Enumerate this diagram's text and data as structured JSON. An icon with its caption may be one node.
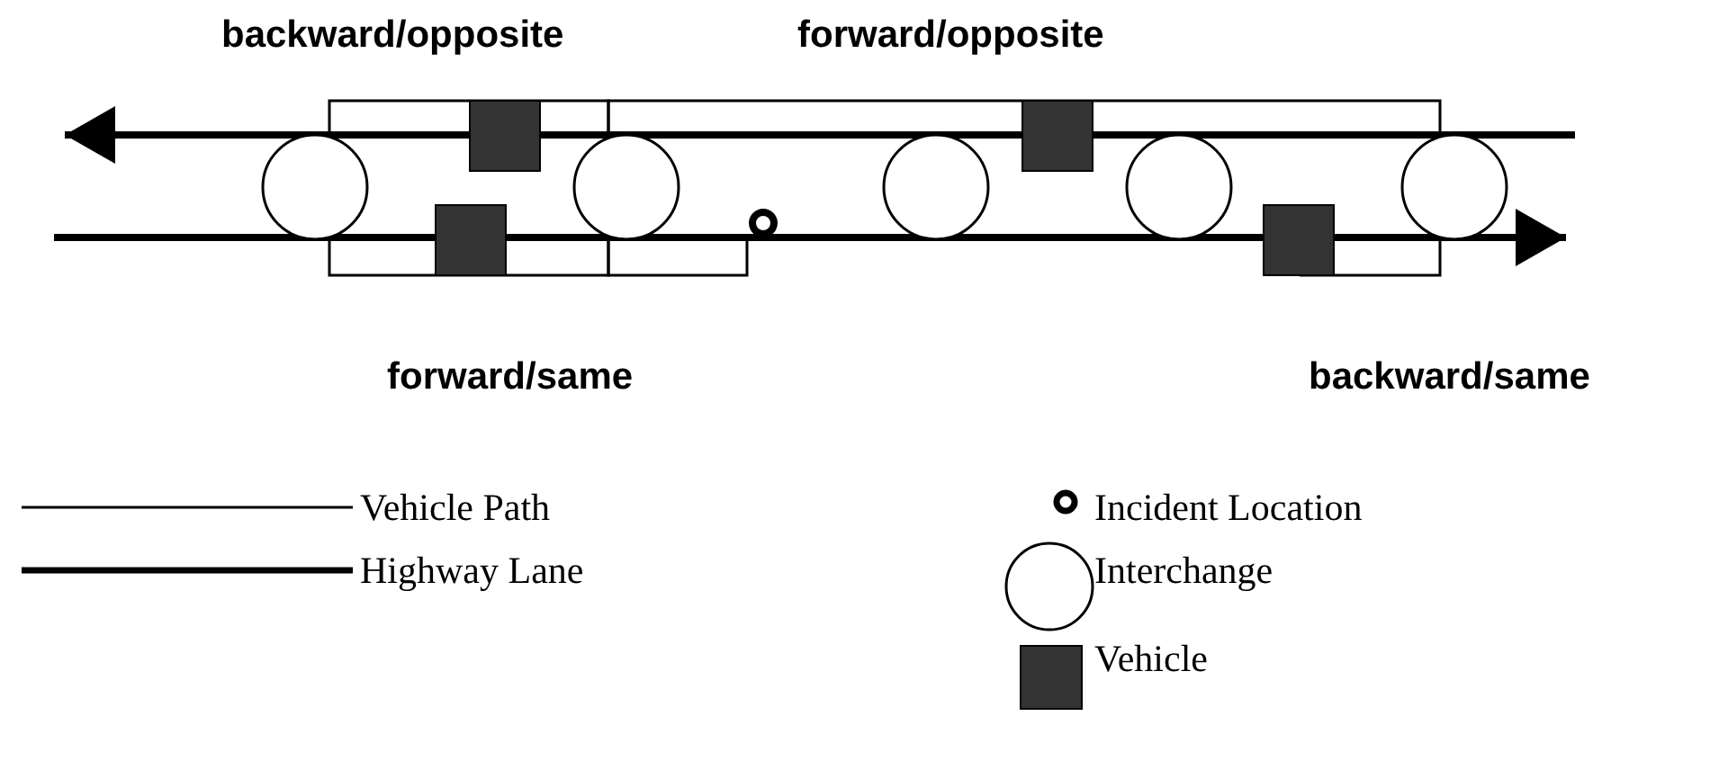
{
  "diagram": {
    "labels": [
      "backward/opposite",
      "forward/opposite",
      "forward/same",
      "backward/same"
    ],
    "legend": [
      {
        "text": "Vehicle Path"
      },
      {
        "text": "Highway Lane"
      },
      {
        "text": "Incident Location"
      },
      {
        "text": "Interchange"
      },
      {
        "text": "Vehicle"
      }
    ]
  }
}
